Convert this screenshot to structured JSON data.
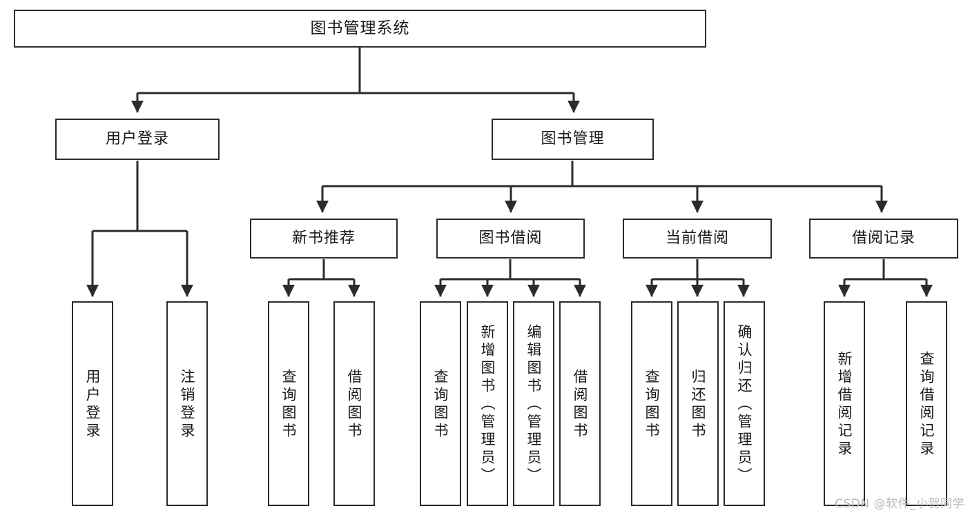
{
  "diagram": {
    "type": "tree-hierarchy",
    "title": "图书管理系统",
    "orientation": "top-down",
    "colors": {
      "box_border": "#2b2b2b",
      "box_fill": "#ffffff",
      "edge": "#2b2b2b",
      "text": "#1a1a1a",
      "watermark": "#b9b9b9",
      "background": "#ffffff"
    }
  },
  "nodes": {
    "root": {
      "label": "图书管理系统"
    },
    "level1": [
      {
        "id": "user-login",
        "label": "用户登录"
      },
      {
        "id": "book-manage",
        "label": "图书管理"
      }
    ],
    "level2": [
      {
        "id": "new-book-recommend",
        "label": "新书推荐",
        "parent": "book-manage"
      },
      {
        "id": "book-borrow",
        "label": "图书借阅",
        "parent": "book-manage"
      },
      {
        "id": "current-borrow",
        "label": "当前借阅",
        "parent": "book-manage"
      },
      {
        "id": "borrow-record",
        "label": "借阅记录",
        "parent": "book-manage"
      }
    ],
    "leaves": [
      {
        "id": "leaf-user-login",
        "label": "用户登录",
        "parent": "user-login"
      },
      {
        "id": "leaf-user-logout",
        "label": "注销登录",
        "parent": "user-login"
      },
      {
        "id": "leaf-query-book-1",
        "label": "查询图书",
        "parent": "new-book-recommend"
      },
      {
        "id": "leaf-borrow-book-1",
        "label": "借阅图书",
        "parent": "new-book-recommend"
      },
      {
        "id": "leaf-query-book-2",
        "label": "查询图书",
        "parent": "book-borrow"
      },
      {
        "id": "leaf-add-book",
        "label": "新增图书（管理员）",
        "parent": "book-borrow"
      },
      {
        "id": "leaf-edit-book",
        "label": "编辑图书（管理员）",
        "parent": "book-borrow"
      },
      {
        "id": "leaf-borrow-book-2",
        "label": "借阅图书",
        "parent": "book-borrow"
      },
      {
        "id": "leaf-query-book-3",
        "label": "查询图书",
        "parent": "current-borrow"
      },
      {
        "id": "leaf-return-book",
        "label": "归还图书",
        "parent": "current-borrow"
      },
      {
        "id": "leaf-confirm-return",
        "label": "确认归还（管理员）",
        "parent": "current-borrow"
      },
      {
        "id": "leaf-add-record",
        "label": "新增借阅记录",
        "parent": "borrow-record"
      },
      {
        "id": "leaf-query-record",
        "label": "查询借阅记录",
        "parent": "borrow-record"
      }
    ]
  },
  "watermark": {
    "text": "CSDN @软件_小贺同学"
  }
}
